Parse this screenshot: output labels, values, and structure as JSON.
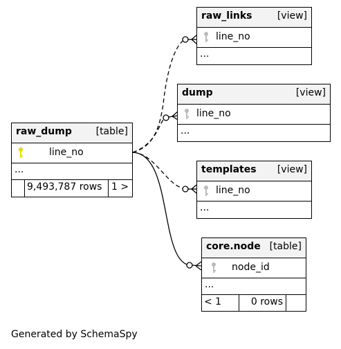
{
  "tables": {
    "raw_links": {
      "name": "raw_links",
      "kind": "[view]",
      "column": "line_no",
      "more": "..."
    },
    "dump": {
      "name": "dump",
      "kind": "[view]",
      "column": "line_no",
      "more": "..."
    },
    "raw_dump": {
      "name": "raw_dump",
      "kind": "[table]",
      "column": "line_no",
      "more": "...",
      "rows": "9,493,787 rows",
      "children": "1 >"
    },
    "templates": {
      "name": "templates",
      "kind": "[view]",
      "column": "line_no",
      "more": "..."
    },
    "core_node": {
      "name": "core.node",
      "kind": "[table]",
      "column": "node_id",
      "more": "...",
      "parents": "< 1",
      "rows": "0 rows"
    }
  },
  "footer": "Generated by SchemaSpy",
  "colors": {
    "primary_key": "#e8e000",
    "foreign_key": "#bbbbbb",
    "header_bg": "#f3f3f3"
  }
}
